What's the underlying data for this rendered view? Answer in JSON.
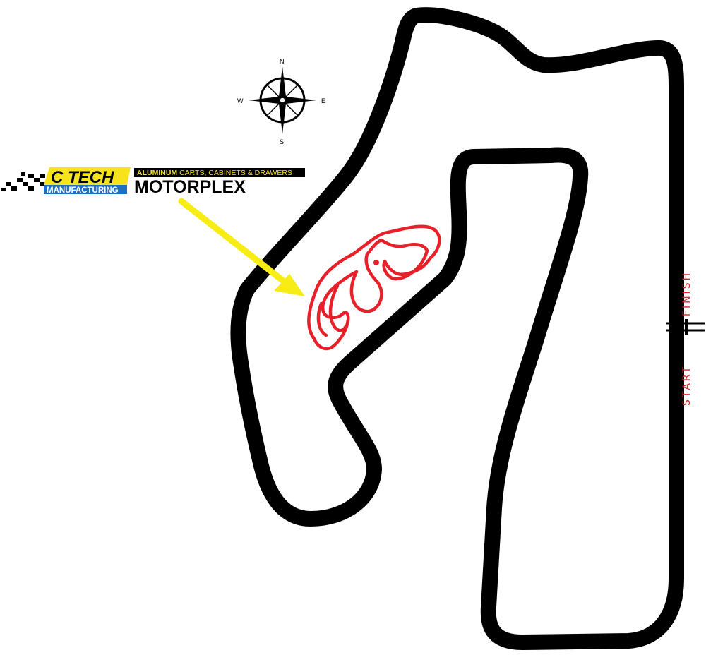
{
  "compass": {
    "north": "N",
    "south": "S",
    "east": "E",
    "west": "W"
  },
  "logo": {
    "brand": "C TECH",
    "brand_sub": "MANUFACTURING",
    "tagline_bold": "ALUMINUM",
    "tagline_rest": " CARTS, CABINETS & DRAWERS",
    "venue": "MOTORPLEX"
  },
  "start_finish": {
    "start": "START",
    "finish": "FINISH"
  },
  "colors": {
    "main_track": "#000000",
    "kart_track": "#e8202a",
    "arrow": "#f7ec13",
    "start_finish_text": "#e8202a",
    "logo_blue": "#1f6fc4",
    "logo_yellow": "#f7e31c"
  }
}
